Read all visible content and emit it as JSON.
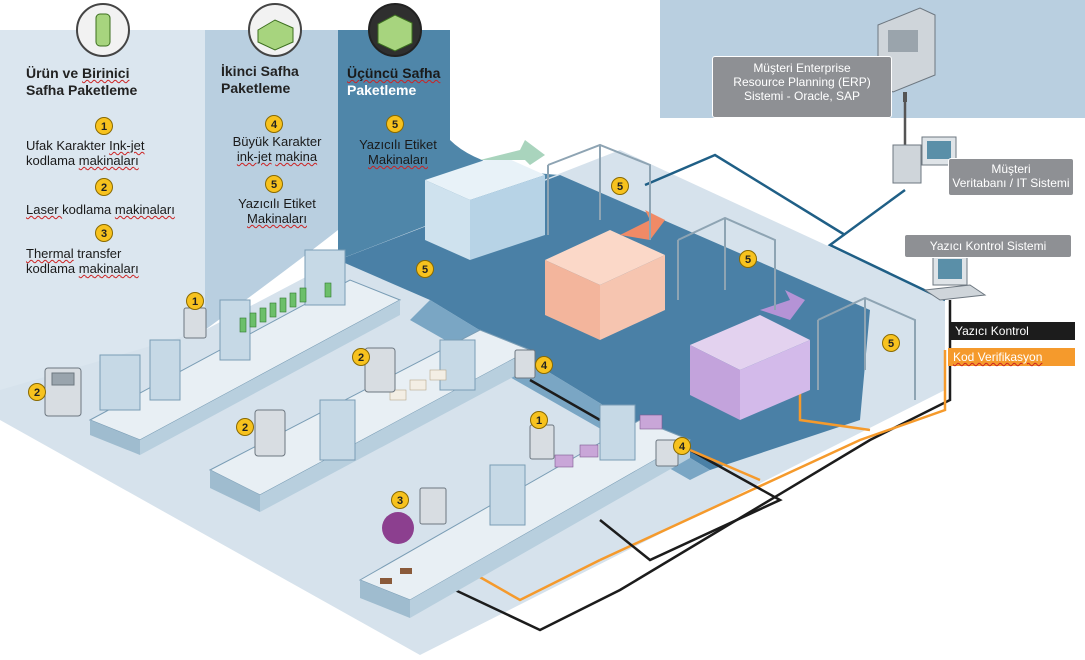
{
  "stages": {
    "s1": {
      "title_a": "Ürün ve ",
      "title_b": "Birinici",
      "title_c": "Safha Paketleme"
    },
    "s2": {
      "title_a": "İkinci Safha",
      "title_b": "Paketleme"
    },
    "s3": {
      "title_a": "Üçüncü Safha",
      "title_b": "Paketleme"
    }
  },
  "items": {
    "i1": {
      "num": "1",
      "a": "Ufak Karakter ",
      "b": "Ink-jet",
      "c": "kodlama ",
      "d": "makinaları"
    },
    "i2": {
      "num": "2",
      "a": "Laser ",
      "b": "kodlama ",
      "c": "makinaları"
    },
    "i3": {
      "num": "3",
      "a": "Thermal",
      "b": " transfer",
      "c": "kodlama ",
      "d": "makinaları"
    },
    "i4": {
      "num": "4",
      "a": "Büyük Karakter",
      "b": "ink-jet",
      "c": " ",
      "d": "makina"
    },
    "i5a": {
      "num": "5",
      "a": "Yazıcılı Etiket",
      "b": "Makinaları"
    },
    "i5b": {
      "num": "5",
      "a": "Yazıcılı Etiket",
      "b": "Makinaları"
    }
  },
  "systems": {
    "erp": {
      "l1": "Müşteri Enterprise",
      "l2": "Resource Planning (ERP)",
      "l3": "Sistemi - Oracle, SAP"
    },
    "db": {
      "l1": "Müşteri",
      "l2": "Veritabanı / IT Sistemi"
    },
    "pc": {
      "l1": "Yazıcı Kontrol Sistemi"
    },
    "printer_control": "Yazıcı Kontrol",
    "code_verification": "Kod Verifikasyon"
  },
  "markers": [
    "1",
    "2",
    "2",
    "1",
    "2",
    "3",
    "4",
    "4",
    "5",
    "5",
    "5",
    "5"
  ],
  "colors": {
    "panel1": "#dbe6ef",
    "panel2": "#b9cfe0",
    "panel3": "#4f86a9",
    "floor": "#d6e2ec",
    "dark_floor": "#4a80a6",
    "marker": "#f7c21e",
    "orange": "#f59a2c",
    "black_line": "#1c1c1c",
    "blue_line": "#1f5f86"
  }
}
